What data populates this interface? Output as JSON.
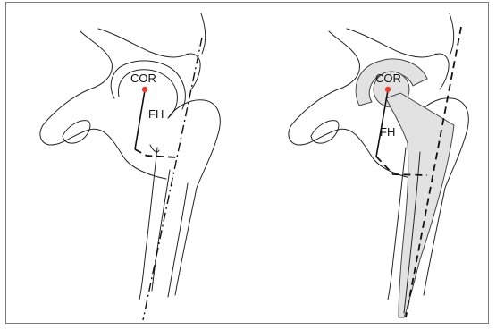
{
  "panels": [
    {
      "cor_label": "COR",
      "fh_label": "FH"
    },
    {
      "cor_label": "COR",
      "fh_label": "FH"
    }
  ],
  "colors": {
    "cor_point": "#e8412f",
    "implant_fill": "#e2e2e2",
    "outline": "#222222"
  }
}
